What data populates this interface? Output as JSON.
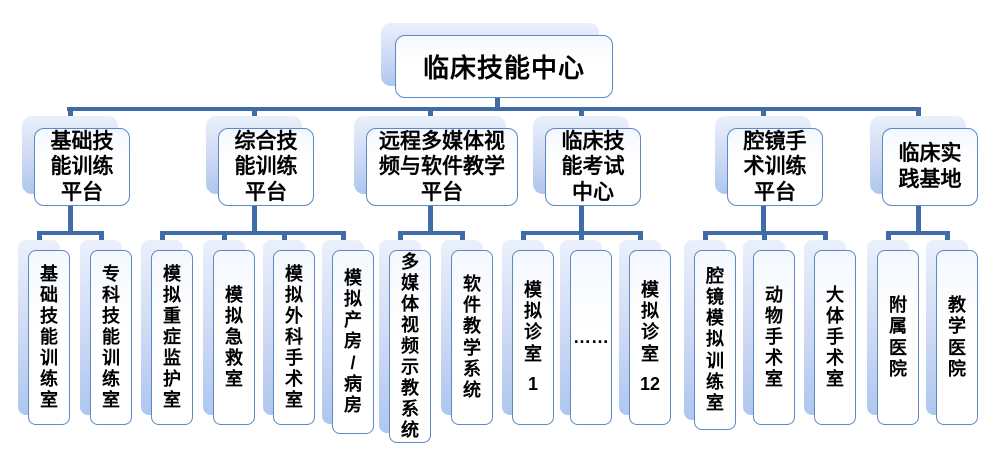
{
  "diagram": {
    "root": {
      "label": "临床技能中心"
    },
    "platforms": [
      {
        "label": "基础技能训练平台"
      },
      {
        "label": "综合技能训练平台"
      },
      {
        "label": "远程多媒体视频与软件教学平台"
      },
      {
        "label": "临床技能考试中心"
      },
      {
        "label": "腔镜手术训练平台"
      },
      {
        "label": "临床实践基地"
      }
    ],
    "children": {
      "g1": [
        {
          "label": "基础技能训练室"
        },
        {
          "label": "专科技能训练室"
        }
      ],
      "g2": [
        {
          "label": "模拟重症监护室"
        },
        {
          "label": "模拟急救室"
        },
        {
          "label": "模拟外科手术室"
        },
        {
          "label": "模拟产房/病房"
        }
      ],
      "g3": [
        {
          "label": "多媒体视频示教系统"
        },
        {
          "label": "软件教学系统"
        }
      ],
      "g4": [
        {
          "label": "模拟诊室1"
        },
        {
          "label": "……"
        },
        {
          "label": "模拟诊室12"
        }
      ],
      "g5": [
        {
          "label": "腔镜模拟训练室"
        },
        {
          "label": "动物手术室"
        },
        {
          "label": "大体手术室"
        }
      ],
      "g6": [
        {
          "label": "附属医院"
        },
        {
          "label": "教学医院"
        }
      ]
    },
    "colors": {
      "connector": "#3f6ca6",
      "box_border": "#5b8ac4",
      "shadow_top": "#eaf0fb",
      "shadow_bottom": "#aec6ef",
      "text": "#000000"
    }
  }
}
